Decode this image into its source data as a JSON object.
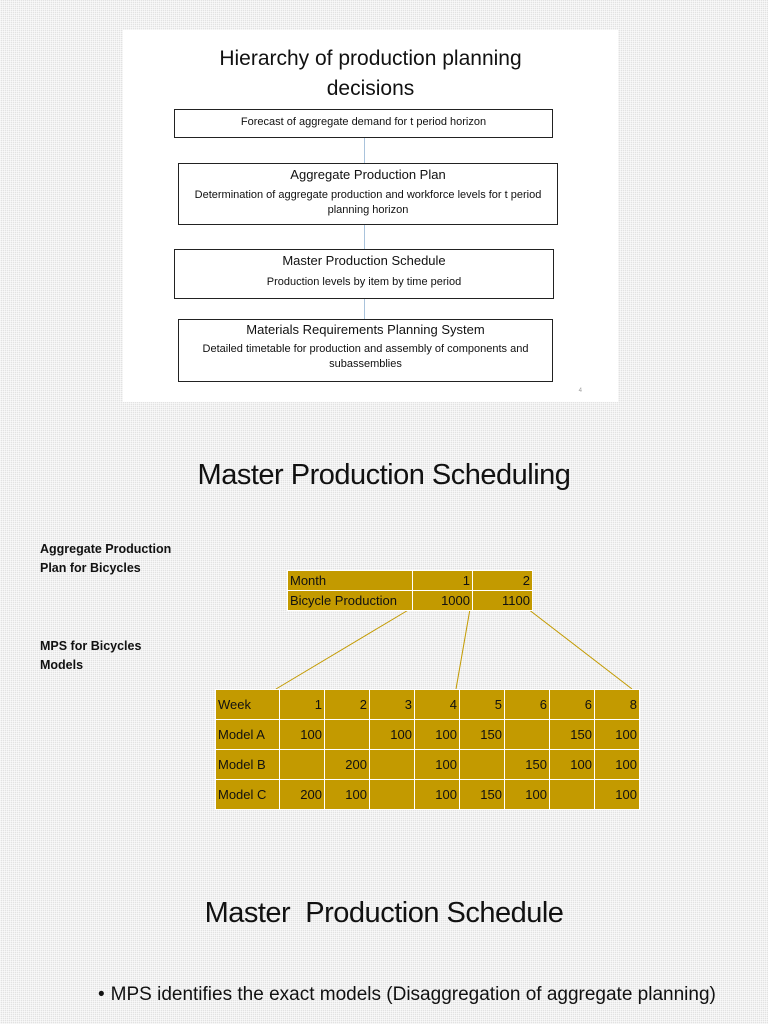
{
  "slide1": {
    "title_line1": "Hierarchy of production planning",
    "title_line2": "decisions",
    "boxes": [
      {
        "head": "Forecast of aggregate demand for t period horizon"
      },
      {
        "head": "Aggregate Production Plan",
        "body": "Determination of aggregate production and workforce levels for t period planning horizon"
      },
      {
        "head": "Master Production Schedule",
        "body": "Production levels by item by time period"
      },
      {
        "head": "Materials Requirements Planning System",
        "body": "Detailed timetable for production and assembly of components and subassemblies"
      }
    ],
    "slide_number": "4"
  },
  "mps_section": {
    "title": "Master Production Scheduling",
    "agg_label": "Aggregate Production Plan for Bicycles",
    "mps_label": "MPS for Bicycles Models",
    "aggregate_table": {
      "rows": [
        {
          "label": "Month",
          "values": [
            "1",
            "2"
          ]
        },
        {
          "label": "Bicycle Production",
          "values": [
            "1000",
            "1100"
          ]
        }
      ]
    },
    "mps_table": {
      "rows": [
        {
          "label": "Week",
          "values": [
            "1",
            "2",
            "3",
            "4",
            "5",
            "6",
            "6",
            "8"
          ]
        },
        {
          "label": "Model A",
          "values": [
            "100",
            "",
            "100",
            "100",
            "150",
            "",
            "150",
            "100"
          ]
        },
        {
          "label": "Model B",
          "values": [
            "",
            "200",
            "",
            "100",
            "",
            "150",
            "100",
            "100"
          ]
        },
        {
          "label": "Model C",
          "values": [
            "200",
            "100",
            "",
            "100",
            "150",
            "100",
            "",
            "100"
          ]
        }
      ]
    }
  },
  "schedule_section": {
    "title": "Master  Production Schedule",
    "bullet_symbol": "•",
    "bullet_text": "MPS identifies the exact models (Disaggregation of aggregate planning)"
  },
  "colors": {
    "table_fill": "#c39a00",
    "connector_line": "#c39a00",
    "hierarchy_connector": "#a9c3dc"
  }
}
